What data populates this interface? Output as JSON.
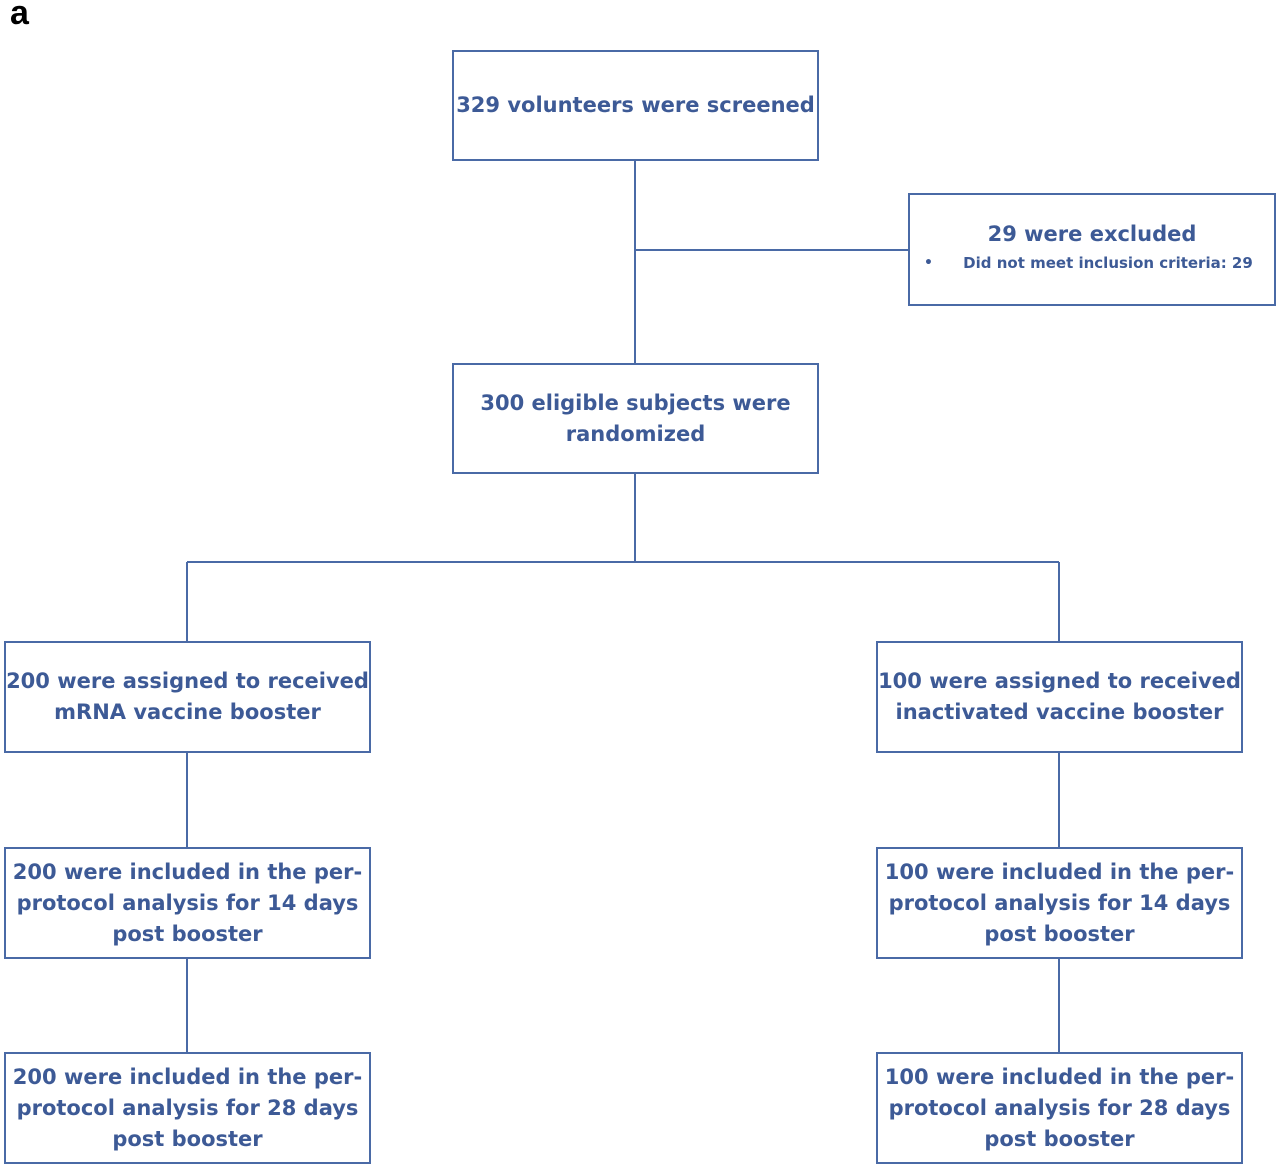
{
  "panel_label": "a",
  "colors": {
    "line": "#4a6aa6",
    "text": "#3d5a96",
    "label": "#000000"
  },
  "icon": "bullet-icon",
  "boxes": {
    "screened": {
      "lines": [
        "329 volunteers were screened"
      ]
    },
    "excluded": {
      "title": "29 were excluded",
      "bullet_text": "Did not meet inclusion criteria: 29"
    },
    "randomized": {
      "lines": [
        "300 eligible subjects were",
        "randomized"
      ]
    },
    "mrna": {
      "lines": [
        "200 were assigned to received",
        "mRNA vaccine booster"
      ]
    },
    "inactivated": {
      "lines": [
        "100 were assigned to received",
        "inactivated vaccine booster"
      ]
    },
    "mrna_14": {
      "lines": [
        "200 were included in the per-",
        "protocol analysis for 14 days",
        "post booster"
      ]
    },
    "inact_14": {
      "lines": [
        "100 were included in the per-",
        "protocol analysis for 14 days",
        "post booster"
      ]
    },
    "mrna_28": {
      "lines": [
        "200 were included in the per-",
        "protocol analysis for 28 days",
        "post booster"
      ]
    },
    "inact_28": {
      "lines": [
        "100 were included in the per-",
        "protocol analysis for 28 days",
        "post booster"
      ]
    }
  }
}
